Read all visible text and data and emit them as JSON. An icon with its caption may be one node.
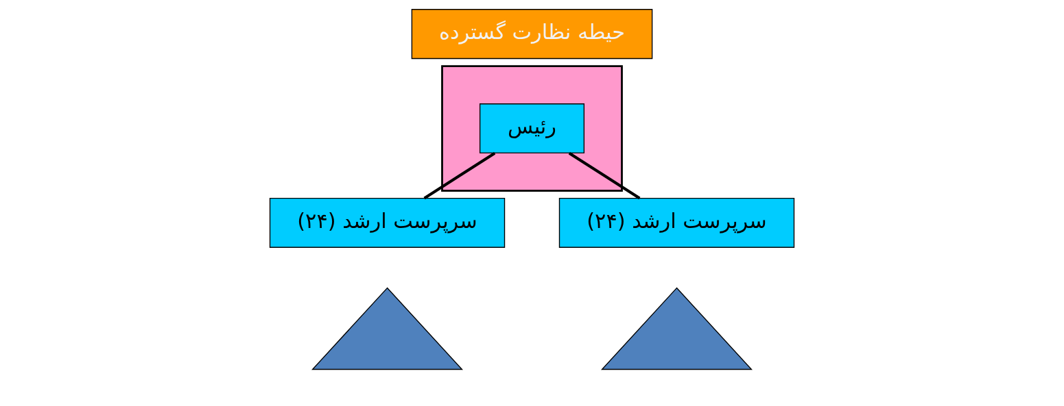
{
  "diagram": {
    "nodes": [
      {
        "text": [
          "حیطه نظارت گسترده"
        ]
      },
      {
        "text": [],
        "shape": "triangle"
      },
      {
        "text": [
          "رئیس"
        ],
        "in": 1
      },
      {
        "text": [],
        "shape": "triangle"
      },
      {
        "text": [],
        "shape": "triangle"
      },
      {
        "text": [
          "سرپرست ارشد (۲۴)"
        ]
      },
      {
        "text": [
          "سرپرست ارشد (۲۴)"
        ]
      }
    ],
    "edges": [
      {
        "from": 2,
        "to": 5,
        "arrow": "none"
      },
      {
        "from": 2,
        "to": 6,
        "arrow": "none"
      }
    ]
  }
}
